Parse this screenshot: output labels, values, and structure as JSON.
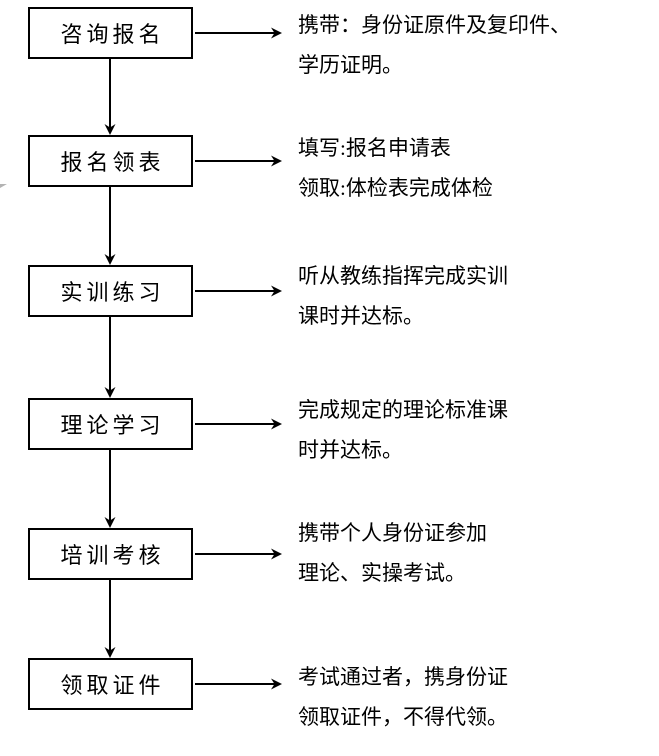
{
  "page": {
    "background": "#ffffff",
    "line_color": "#000000",
    "text_color": "#000000",
    "artifact_color": "#b3b3b3"
  },
  "flow": {
    "steps": [
      {
        "box_label": "咨询报名",
        "note_lines": [
          "携带：身份证原件及复印件、",
          "学历证明。"
        ]
      },
      {
        "box_label": "报名领表",
        "note_lines": [
          "填写:报名申请表",
          "领取:体检表完成体检"
        ]
      },
      {
        "box_label": "实训练习",
        "note_lines": [
          "听从教练指挥完成实训",
          "课时并达标。"
        ]
      },
      {
        "box_label": "理论学习",
        "note_lines": [
          "完成规定的理论标准课",
          "时并达标。"
        ]
      },
      {
        "box_label": "培训考核",
        "note_lines": [
          "携带个人身份证参加",
          "理论、实操考试。"
        ]
      },
      {
        "box_label": "领取证件",
        "note_lines": [
          "考试通过者，携身份证",
          "领取证件，不得代领。"
        ]
      }
    ]
  }
}
